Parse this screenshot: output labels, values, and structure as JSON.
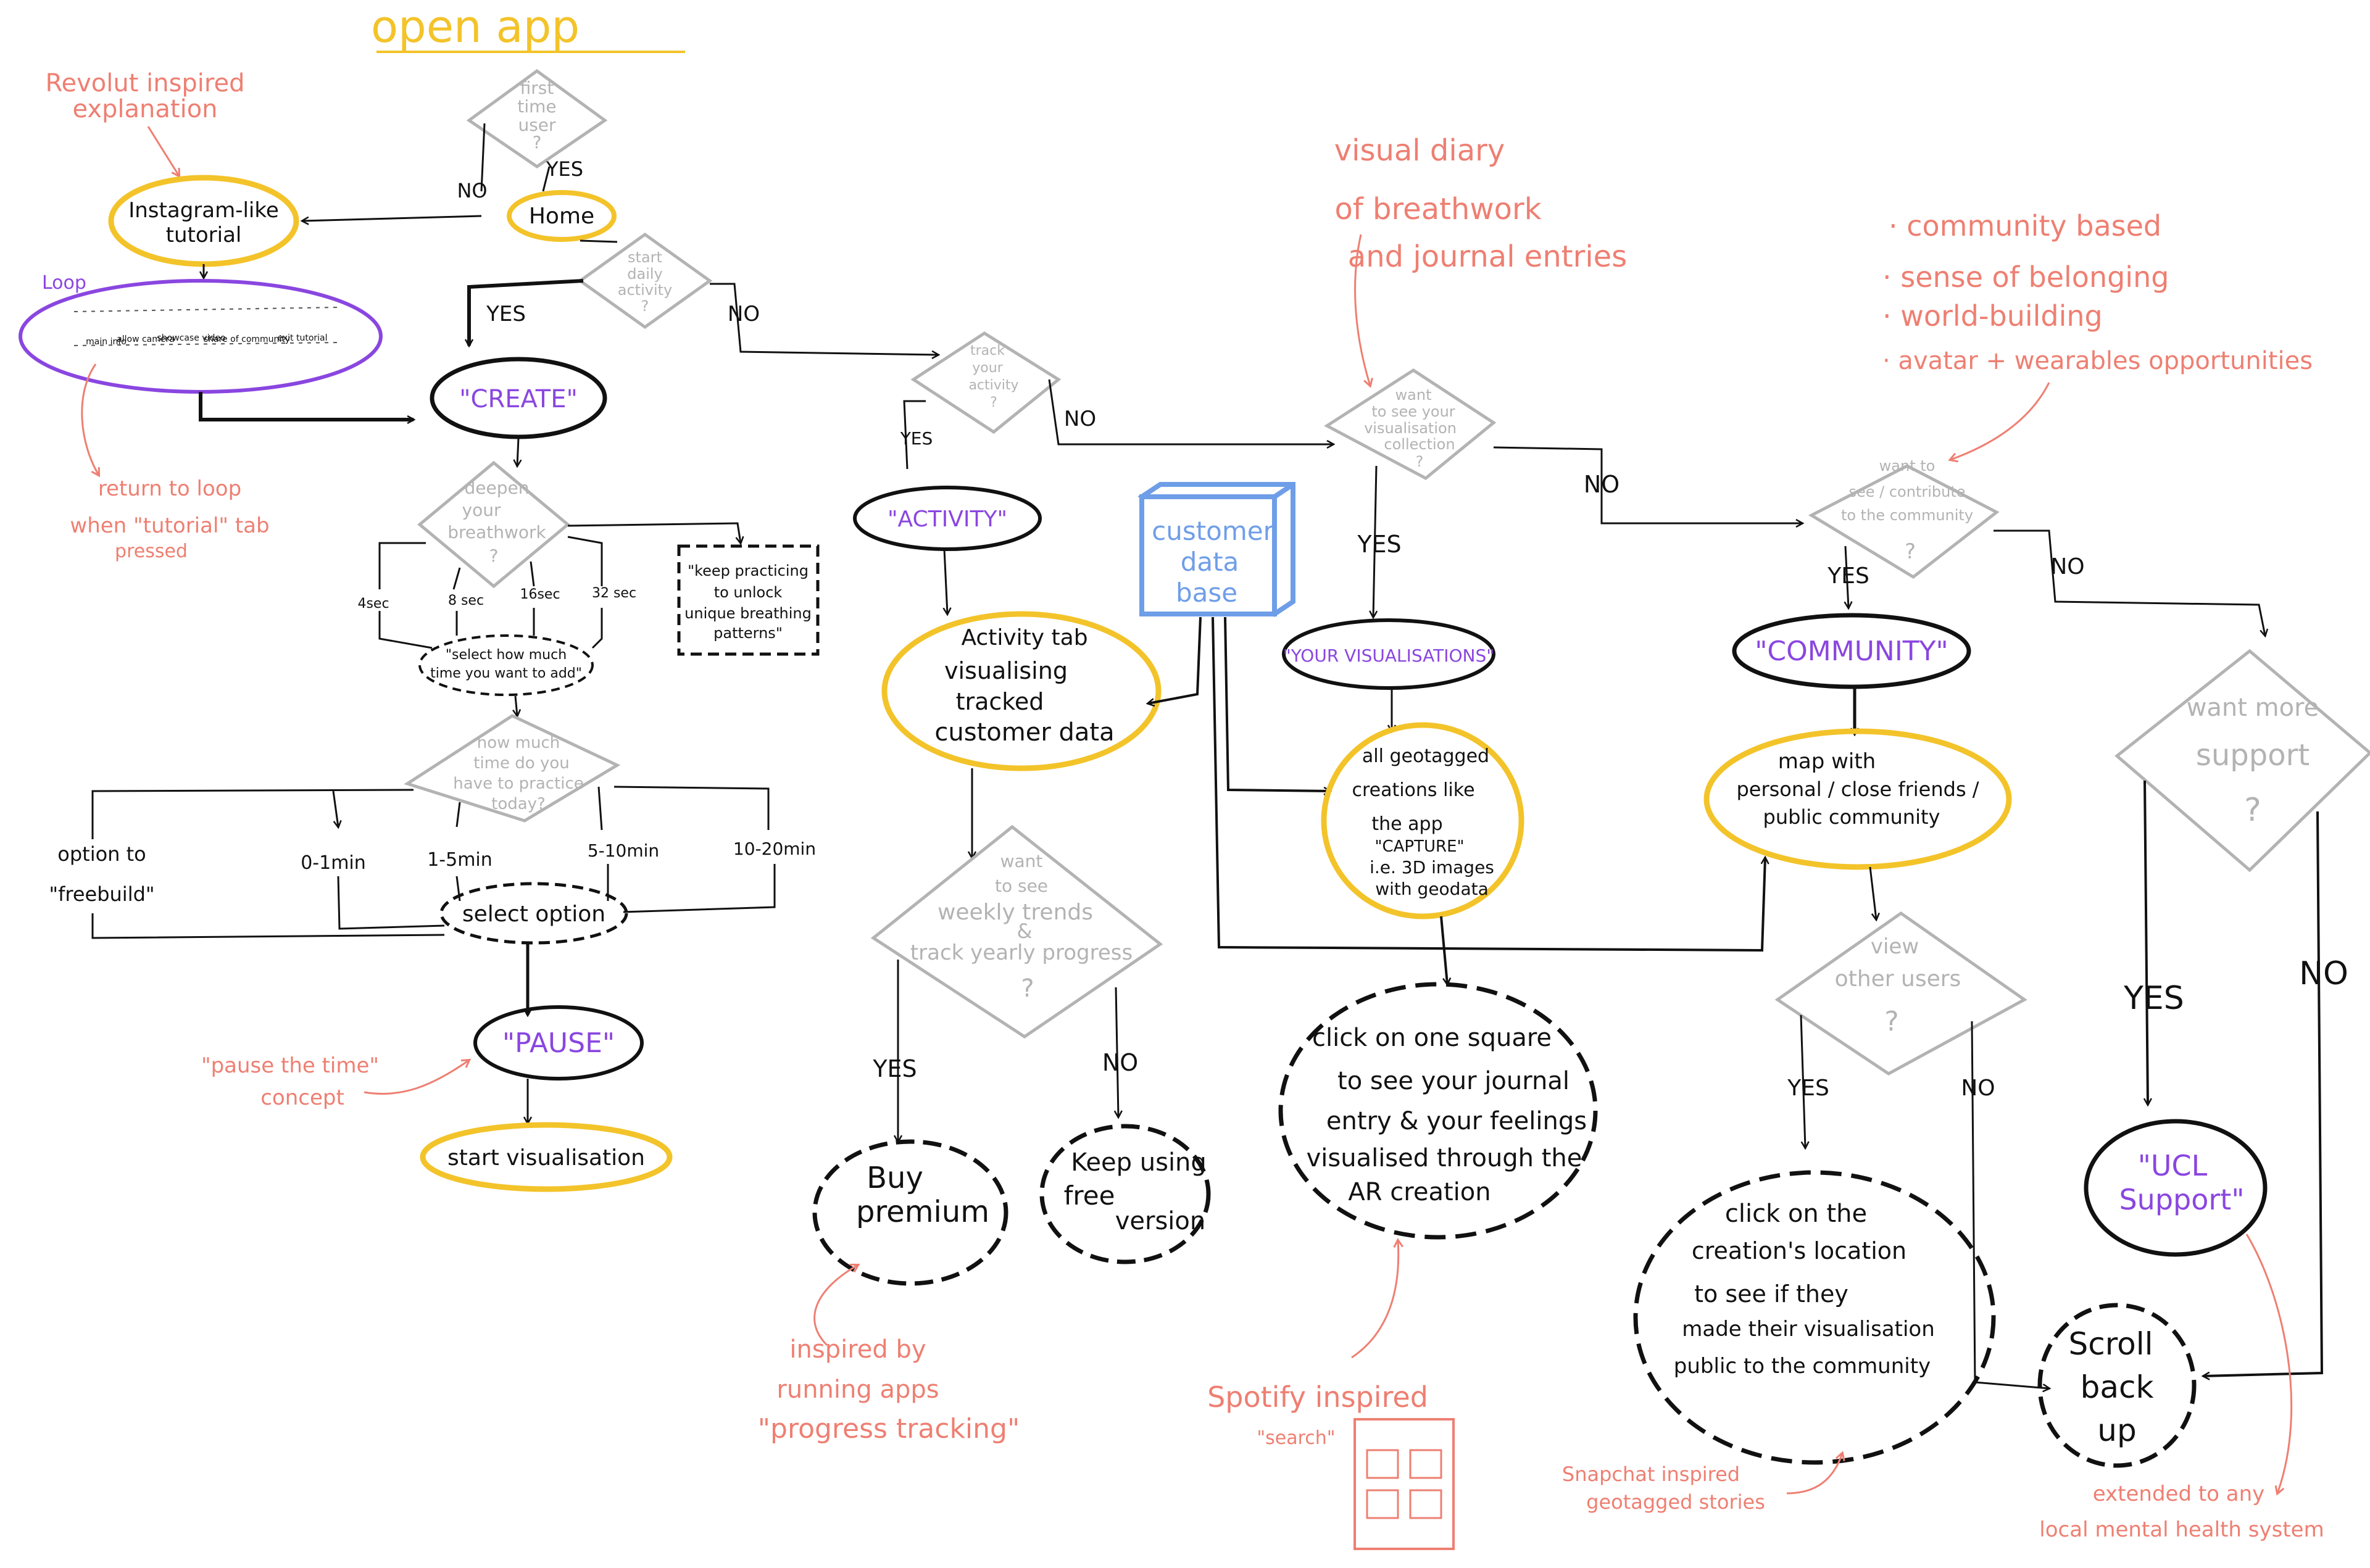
{
  "title": "open app",
  "annotations": {
    "revolut": [
      "Revolut inspired",
      "explanation"
    ],
    "loop": "Loop",
    "return_loop": [
      "return to loop",
      "when \"tutorial\" tab",
      "pressed"
    ],
    "pause_concept": [
      "\"pause the time\"",
      "concept"
    ],
    "visual_diary": [
      "visual diary",
      "of breathwork",
      "and journal entries"
    ],
    "community_notes": [
      "· community based",
      "· sense of belonging",
      "· world-building",
      "· avatar + wearables opportunities"
    ],
    "running_apps": [
      "inspired by",
      "running apps",
      "\"progress tracking\""
    ],
    "spotify": [
      "Spotify inspired",
      "\"search\""
    ],
    "snapchat": [
      "Snapchat inspired",
      "geotagged stories"
    ],
    "local_health": [
      "extended to any",
      "local mental health system"
    ]
  },
  "decisions": {
    "first_time": [
      "first",
      "time",
      "user",
      "?"
    ],
    "daily_activity": [
      "start",
      "daily",
      "activity",
      "?"
    ],
    "deepen": [
      "deepen",
      "your",
      "breathwork",
      "?"
    ],
    "how_much_time": [
      "how much",
      "time do you",
      "have to practice",
      "today?"
    ],
    "track_activity": [
      "track",
      "your",
      "activity",
      "?"
    ],
    "weekly_trends": [
      "want",
      "to see",
      "weekly trends",
      "&",
      "track   yearly progress",
      "?"
    ],
    "visualisation_collection": [
      "want",
      "to see your",
      "visualisation",
      "collection",
      "?"
    ],
    "community": [
      "want to",
      "see / contribute",
      "to the community",
      "?"
    ],
    "view_users": [
      "view",
      "other users",
      "?"
    ],
    "more_support": [
      "want more",
      "support",
      "?"
    ]
  },
  "nodes": {
    "tutorial": [
      "Instagram-like",
      "tutorial"
    ],
    "home": "Home",
    "loop_steps": [
      "main info",
      "allow camera",
      "showcase video",
      "share of community",
      "exit tutorial"
    ],
    "create": "\"CREATE\"",
    "select_time": [
      "\"select how much",
      "time you want to add\""
    ],
    "keep_practicing": [
      "\"keep practicing",
      "to unlock",
      "unique breathing",
      "patterns\""
    ],
    "breath_options": [
      "4sec",
      "8 sec",
      "16sec",
      "32 sec"
    ],
    "time_options": [
      "option to",
      "\"freebuild\"",
      "0-1min",
      "1-5min",
      "5-10min",
      "10-20min"
    ],
    "select_option": "select option",
    "pause": "\"PAUSE\"",
    "start_visualisation": "start visualisation",
    "activity": "\"ACTIVITY\"",
    "activity_tab": [
      "Activity tab",
      "visualising",
      "tracked",
      "customer data"
    ],
    "database": [
      "customer",
      "data",
      "base"
    ],
    "buy_premium": [
      "Buy",
      "premium"
    ],
    "keep_free": [
      "Keep using",
      "free",
      "version"
    ],
    "your_visualisations": "\"YOUR VISUALISATIONS\"",
    "geotagged": [
      "all geotagged",
      "creations like",
      "the app",
      "\"CAPTURE\"",
      "i.e. 3D images",
      "with geodata"
    ],
    "click_square": [
      "click on one square",
      "to see your journal",
      "entry & your feelings",
      "visualised through the",
      "AR creation"
    ],
    "community_node": "\"COMMUNITY\"",
    "map_friends": [
      "map with",
      "personal / close friends /",
      "public community"
    ],
    "click_location": [
      "click on the",
      "creation's location",
      "to see if they",
      "made their visualisation",
      "public to the community"
    ],
    "ucl_support": [
      "\"UCL",
      "Support\""
    ],
    "scroll_back": [
      "Scroll",
      "back",
      "up"
    ]
  },
  "edge_labels": {
    "no": "NO",
    "yes": "YES"
  },
  "colors": {
    "ink": "#111111",
    "grey": "#b3b3b3",
    "yellow": "#f3c32a",
    "purple": "#8a46e0",
    "salmon": "#ee7f72",
    "blue": "#6f9ee8"
  }
}
